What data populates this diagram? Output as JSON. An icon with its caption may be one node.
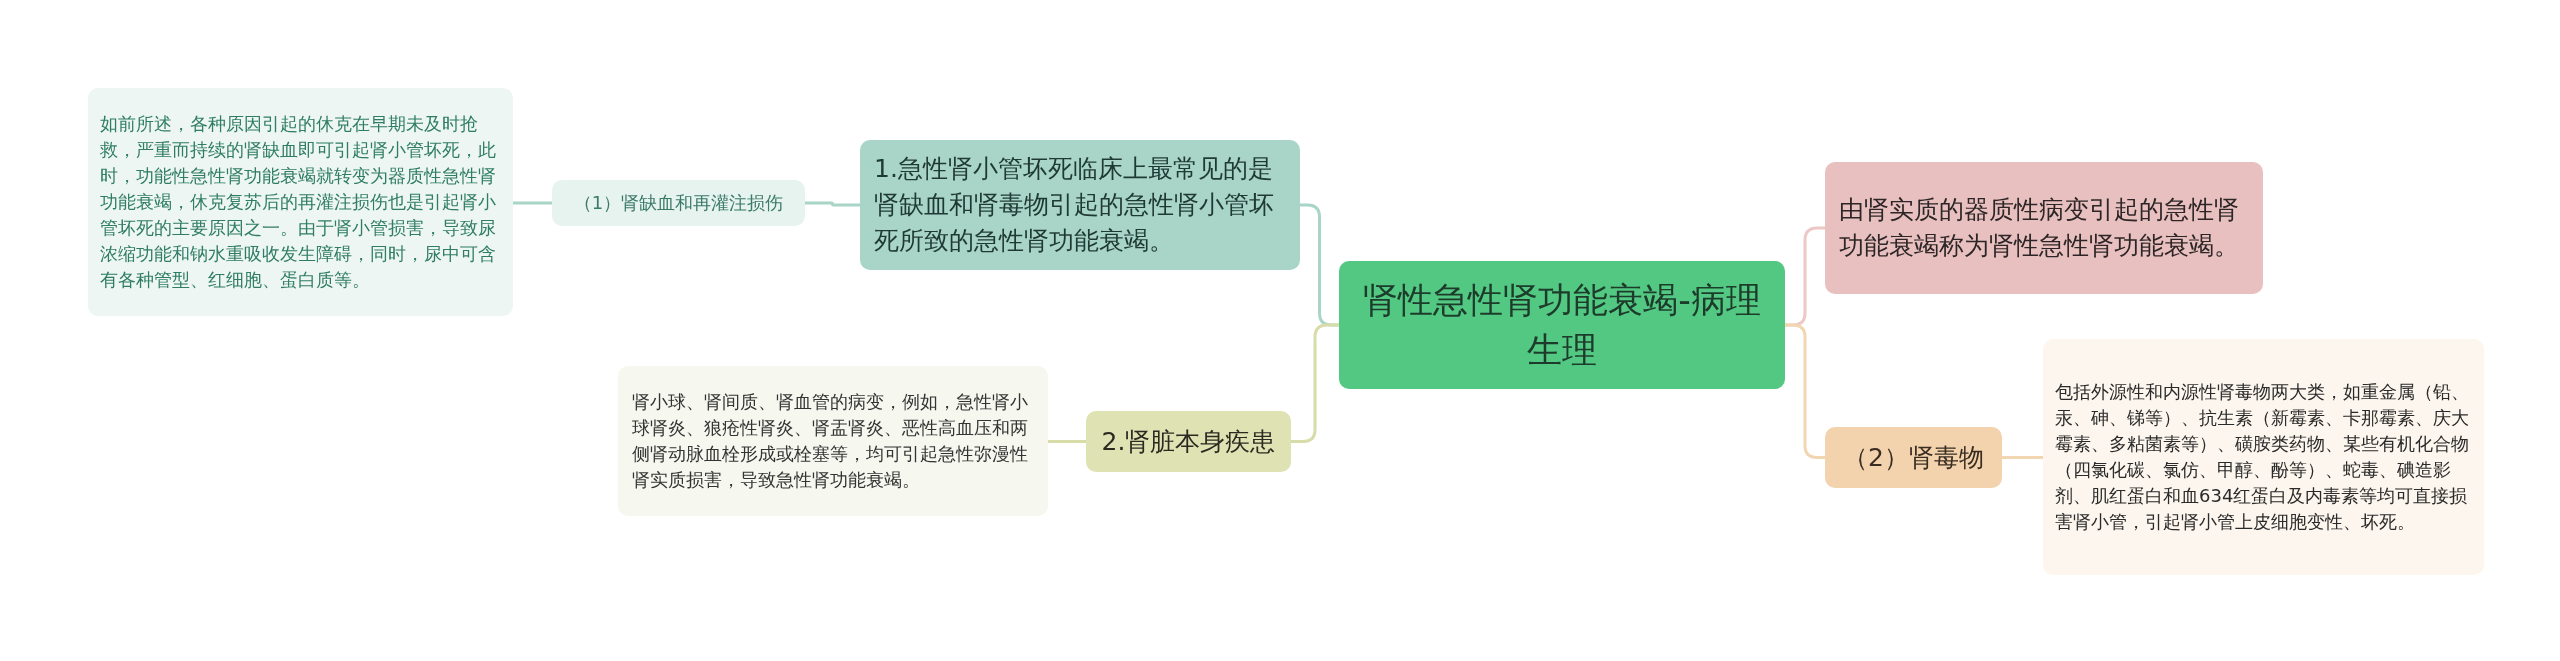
{
  "diagram": {
    "nodes": [
      {
        "text": [
          "肾性急性肾功能衰竭-病理生理"
        ]
      },
      {
        "text": [
          "1.急性肾小管坏死临床上最常见的是肾缺血和肾毒物引起的急性肾小管坏死所致的急性肾功能衰竭。"
        ]
      },
      {
        "text": [
          "（1）肾缺血和再灌注损伤"
        ]
      },
      {
        "text": [
          "如前所述，各种原因引起的休克在早期未及时抢救，严重而持续的肾缺血即可引起肾小管坏死，此时，功能性急性肾功能衰竭就转变为器质性急性肾功能衰竭，休克复苏后的再灌注损伤也是引起肾小管坏死的主要原因之一。由于肾小管损害，导致尿浓缩功能和钠水重吸收发生障碍，同时，尿中可含有各种管型、红细胞、蛋白质等。"
        ]
      },
      {
        "text": [
          "2.肾脏本身疾患"
        ]
      },
      {
        "text": [
          "肾小球、肾间质、肾血管的病变，例如，急性肾小球肾炎、狼疮性肾炎、肾盂肾炎、恶性高血压和两侧肾动脉血栓形成或栓塞等，均可引起急性弥漫性肾实质损害，导致急性肾功能衰竭。"
        ]
      },
      {
        "text": [
          "由肾实质的器质性病变引起的急性肾功能衰竭称为肾性急性肾功能衰竭。"
        ]
      },
      {
        "text": [
          "（2）肾毒物"
        ]
      },
      {
        "text": [
          "包括外源性和内源性肾毒物两大类，如重金属（铅、汞、砷、锑等）、抗生素（新霉素、卡那霉素、庆大霉素、多粘菌素等）、磺胺类药物、某些有机化合物（四氯化碳、氯仿、甲醇、酚等）、蛇毒、碘造影剂、肌红蛋白和血634红蛋白及内毒素等均可直接损害肾小管，引起肾小管上皮细胞变性、坏死。"
        ]
      }
    ],
    "edges": [
      {
        "from": 0,
        "to": 1,
        "arrow": "none",
        "color": "#a8d5c8"
      },
      {
        "from": 1,
        "to": 2,
        "arrow": "none",
        "color": "#a8d5c8"
      },
      {
        "from": 2,
        "to": 3,
        "arrow": "none",
        "color": "#a8d5c8"
      },
      {
        "from": 0,
        "to": 4,
        "arrow": "none",
        "color": "#d8dca8"
      },
      {
        "from": 4,
        "to": 5,
        "arrow": "none",
        "color": "#d8dca8"
      },
      {
        "from": 0,
        "to": 6,
        "arrow": "none",
        "color": "#ecc8c6"
      },
      {
        "from": 0,
        "to": 7,
        "arrow": "none",
        "color": "#f2d6b2"
      },
      {
        "from": 7,
        "to": 8,
        "arrow": "none",
        "color": "#f2d6b2"
      }
    ]
  }
}
